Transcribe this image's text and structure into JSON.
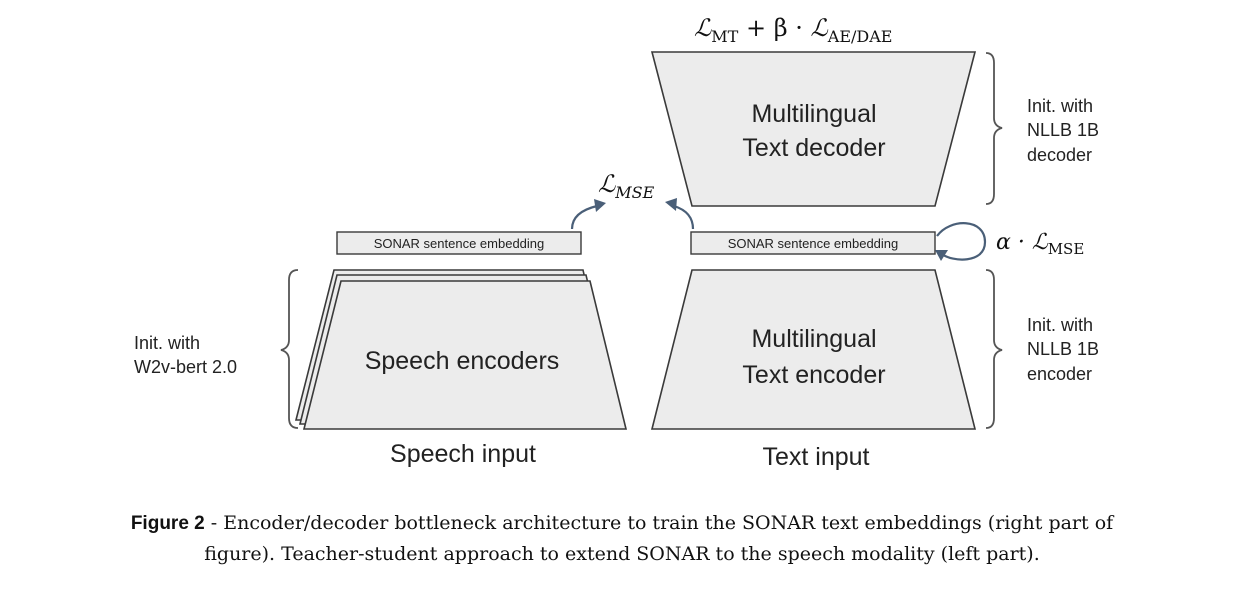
{
  "decoder": {
    "loss_formula": {
      "L1": "ℒ",
      "sub1": "MT",
      "op": " + β · ",
      "L2": "ℒ",
      "sub2": "AE/DAE"
    },
    "label_line1": "Multilingual",
    "label_line2": "Text decoder",
    "init_line1": "Init. with",
    "init_line2": "NLLB 1B",
    "init_line3": "decoder"
  },
  "mse_loss": {
    "L": "ℒ",
    "sub": "MSE"
  },
  "speech_embedding_label": "SONAR sentence embedding",
  "text_embedding_label": "SONAR sentence embedding",
  "self_loss": {
    "prefix": "α · ",
    "L": "ℒ",
    "sub": "MSE"
  },
  "speech_encoder": {
    "label": "Speech encoders",
    "init_line1": "Init. with",
    "init_line2": "W2v-bert 2.0",
    "input_label": "Speech input"
  },
  "text_encoder": {
    "label_line1": "Multilingual",
    "label_line2": "Text encoder",
    "init_line1": "Init. with",
    "init_line2": "NLLB 1B",
    "init_line3": "encoder",
    "input_label": "Text input"
  },
  "caption": {
    "figure_label": "Figure 2",
    "line1": " - Encoder/decoder bottleneck architecture to train the SONAR text embeddings (right part of",
    "line2": "figure). Teacher-student approach to extend SONAR to the speech modality (left part)."
  },
  "colors": {
    "shape_fill": "#ececec",
    "stroke": "#3a3a3a",
    "arrow": "#4a5f78"
  }
}
